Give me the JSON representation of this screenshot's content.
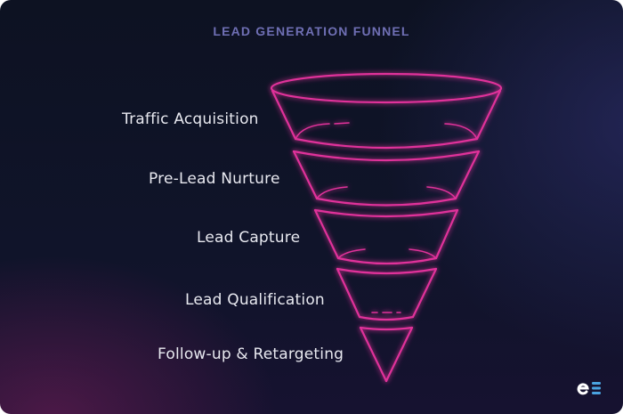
{
  "title": "LEAD GENERATION FUNNEL",
  "colors": {
    "funnel_stroke": "#e0309a",
    "funnel_glow": "#ff3fb0",
    "title": "#6f6fb4",
    "label": "#e8e9f0",
    "logo_e": "#ffffff",
    "logo_bars": "#4aa3e0"
  },
  "stages": [
    {
      "label": "Traffic Acquisition"
    },
    {
      "label": "Pre-Lead Nurture"
    },
    {
      "label": "Lead Capture"
    },
    {
      "label": "Lead Qualification"
    },
    {
      "label": "Follow-up & Retargeting"
    }
  ],
  "logo": {
    "icon": "brand-logo-icon",
    "letter": "e"
  }
}
